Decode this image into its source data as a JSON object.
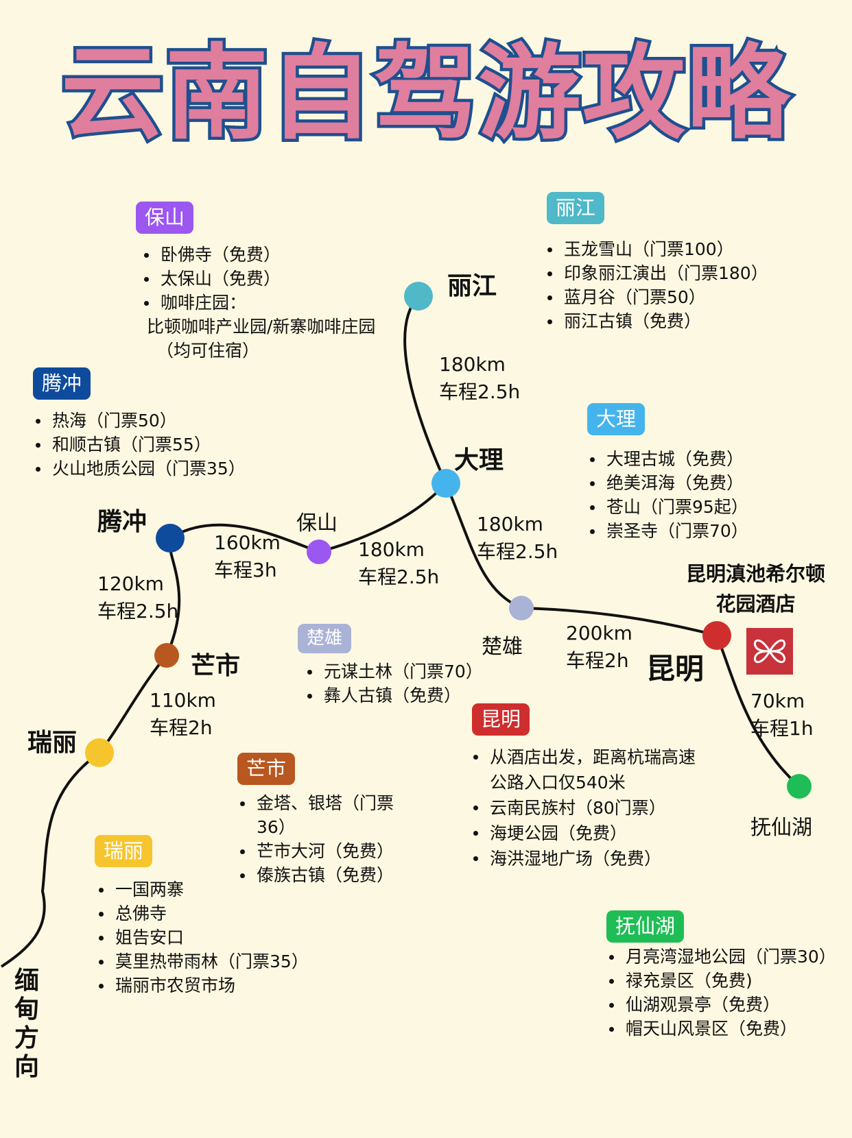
{
  "title": "云南自驾游攻略",
  "colors": {
    "background": "#fdf8e1",
    "title_fill": "#e07e9d",
    "title_outline": "#1f4f8f",
    "route": "#111111",
    "lijiang": "#4fb8c9",
    "dali": "#45b4ec",
    "baoshan": "#9b57f0",
    "tengchong": "#0f4b9c",
    "mangshi": "#b8571f",
    "ruili": "#f6c52e",
    "chuxiong": "#aab2d6",
    "kunming": "#cf2e2e",
    "fuxianhu": "#1fbd55"
  },
  "cities": {
    "lijiang": "丽江",
    "dali": "大理",
    "baoshan": "保山",
    "tengchong": "腾冲",
    "mangshi": "芒市",
    "ruili": "瑞丽",
    "chuxiong": "楚雄",
    "kunming": "昆明",
    "fuxianhu": "抚仙湖"
  },
  "hotel": {
    "line1": "昆明滇池希尔顿",
    "line2": "花园酒店",
    "logo": "hilton-garden-inn-logo"
  },
  "direction": [
    "缅",
    "甸",
    "方",
    "向"
  ],
  "routes": {
    "lijiang_dali": {
      "distance": "180km",
      "time": "车程2.5h"
    },
    "dali_chuxiong": {
      "distance": "180km",
      "time": "车程2.5h"
    },
    "dali_baoshan": {
      "distance": "180km",
      "time": "车程2.5h"
    },
    "baoshan_tengchong": {
      "distance": "160km",
      "time": "车程3h"
    },
    "tengchong_mangshi": {
      "distance": "120km",
      "time": "车程2.5h"
    },
    "mangshi_ruili": {
      "distance": "110km",
      "time": "车程2h"
    },
    "chuxiong_kunming": {
      "distance": "200km",
      "time": "车程2h"
    },
    "kunming_fuxianhu": {
      "distance": "70km",
      "time": "车程1h"
    }
  },
  "panels": {
    "baoshan": {
      "label": "保山",
      "items": [
        "卧佛寺（免费）",
        "太保山（免费）",
        "咖啡庄园："
      ],
      "extra": [
        "比顿咖啡产业园/新寨咖啡庄园",
        "（均可住宿）"
      ]
    },
    "lijiang": {
      "label": "丽江",
      "items": [
        "玉龙雪山（门票100）",
        "印象丽江演出（门票180）",
        "蓝月谷（门票50）",
        "丽江古镇（免费）"
      ]
    },
    "tengchong": {
      "label": "腾冲",
      "items": [
        "热海（门票50）",
        "和顺古镇（门票55）",
        "火山地质公园（门票35）"
      ]
    },
    "dali": {
      "label": "大理",
      "items": [
        "大理古城（免费）",
        "绝美洱海（免费）",
        "苍山（门票95起）",
        "崇圣寺（门票70）"
      ]
    },
    "chuxiong": {
      "label": "楚雄",
      "items": [
        "元谋土林（门票70）",
        "彝人古镇（免费）"
      ]
    },
    "kunming": {
      "label": "昆明",
      "items": [
        "从酒店出发，距离杭瑞高速",
        "云南民族村（80门票）",
        "海埂公园（免费）",
        "海洪湿地广场（免费）"
      ],
      "continuation": "公路入口仅540米"
    },
    "mangshi": {
      "label": "芒市",
      "items": [
        "金塔、银塔（门票",
        "芒市大河（免费）",
        "傣族古镇（免费）"
      ],
      "continuation": "36）"
    },
    "ruili": {
      "label": "瑞丽",
      "items": [
        "一国两寨",
        "总佛寺",
        "姐告安口",
        "莫里热带雨林（门票35）",
        "瑞丽市农贸市场"
      ]
    },
    "fuxianhu": {
      "label": "抚仙湖",
      "items": [
        "月亮湾湿地公园（门票30）",
        "禄充景区（免费)",
        "仙湖观景亭（免费）",
        "帽天山风景区（免费）"
      ]
    }
  }
}
